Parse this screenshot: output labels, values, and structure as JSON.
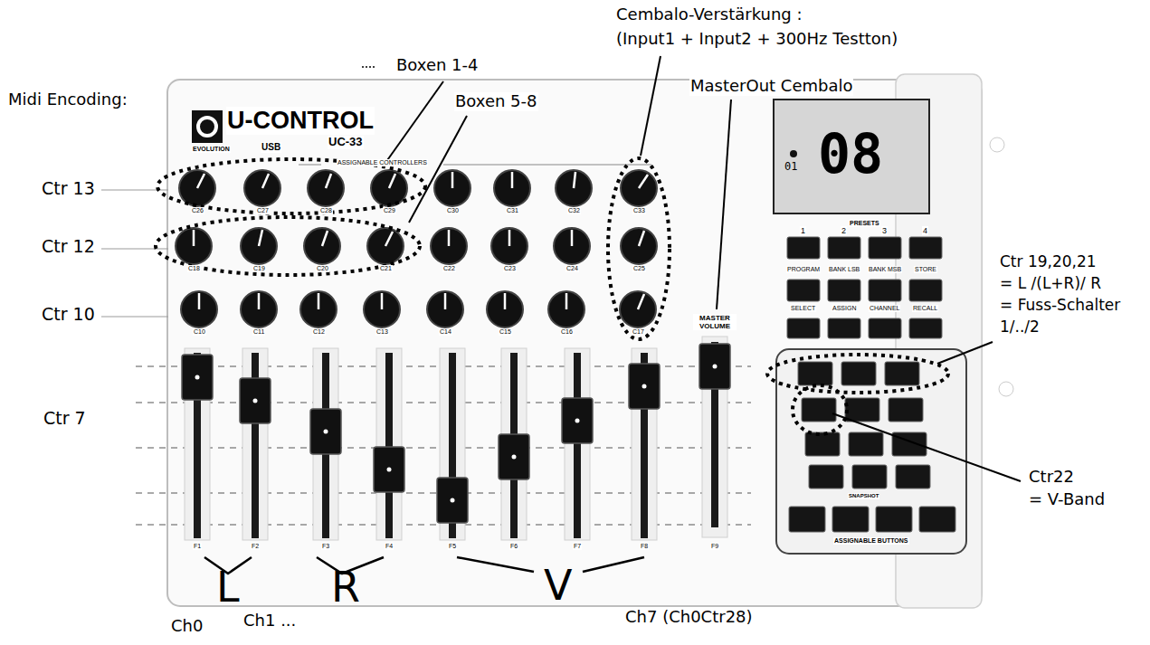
{
  "diagram": {
    "labels": [
      "Midi Encoding:",
      "Boxen 1-4",
      "Boxen 5-8",
      "Cembalo-Verstärkung :",
      "(Input1 + Input2 + 300Hz Testton)",
      "MasterOut Cembalo",
      "Ctr 13",
      "Ctr 12",
      "Ctr 10",
      "Ctr 7",
      "Ctr 19,20,21",
      "= L /(L+R)/ R",
      "= Fuss-Schalter",
      "1/../2",
      "Ctr22",
      "= V-Band",
      "L",
      "R",
      "V",
      "Ch0",
      "Ch1 ...",
      "Ch7 (Ch0Ctr28)",
      "U-CONTROL",
      "UC-33",
      "EVOLUTION",
      "USB",
      "ASSIGNABLE CONTROLLERS",
      "MASTER VOLUME",
      "08",
      "01",
      "PRESETS",
      "1",
      "2",
      "3",
      "4",
      "PROGRAM",
      "BANK LSB",
      "BANK MSB",
      "STORE",
      "SELECT",
      "ASSIGN",
      "CHANNEL",
      "RECALL",
      "ASSIGNABLE BUTTONS",
      "SNAPSHOT",
      "C26",
      "C27",
      "C28",
      "C29",
      "C30",
      "C31",
      "C32",
      "C33",
      "C18",
      "C19",
      "C20",
      "C21",
      "C22",
      "C23",
      "C24",
      "C25",
      "C10",
      "C11",
      "C12",
      "C13",
      "C14",
      "C15",
      "C16",
      "C17",
      "F1",
      "F2",
      "F3",
      "F4",
      "F5",
      "F6",
      "F7",
      "F8",
      "F9"
    ]
  }
}
